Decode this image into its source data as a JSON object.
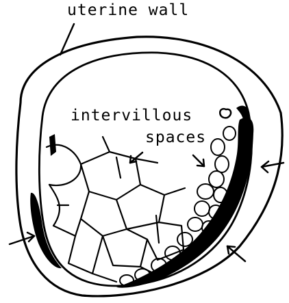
{
  "labels": {
    "uterine_wall": "uterine wall",
    "intervillous": "intervillous",
    "spaces": "spaces"
  },
  "colors": {
    "ink": "#000000",
    "background": "#ffffff"
  }
}
